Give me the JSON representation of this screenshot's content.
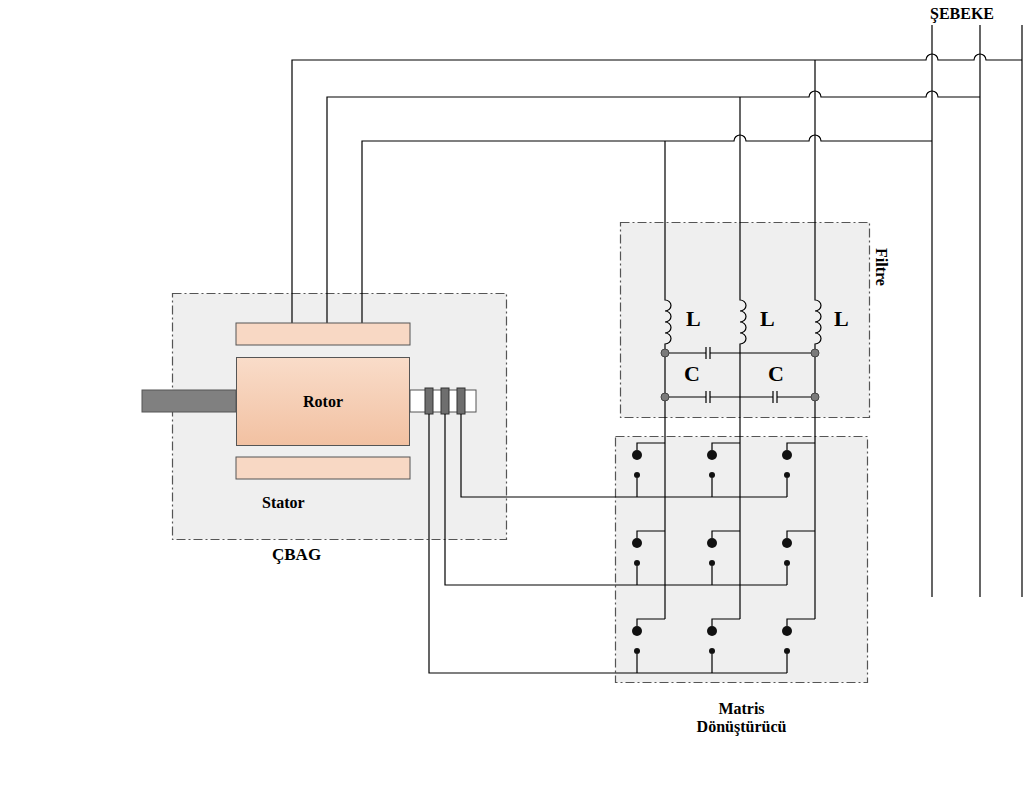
{
  "diagram": {
    "nodes": [
      {
        "text": [
          "ÇBAG"
        ]
      },
      {
        "text": [
          "Rotor"
        ],
        "in": 0
      },
      {
        "text": [
          "Filtre"
        ]
      },
      {
        "text": [
          "Matris Dönüştürücü"
        ]
      }
    ],
    "edges": [
      {
        "from": 1,
        "to": 3,
        "arrow": "none"
      },
      {
        "from": 2,
        "to": 3,
        "arrow": "none"
      }
    ],
    "labels": [
      "ŞEBEKE",
      "Stator",
      "L",
      "L",
      "L",
      "C",
      "C"
    ]
  }
}
